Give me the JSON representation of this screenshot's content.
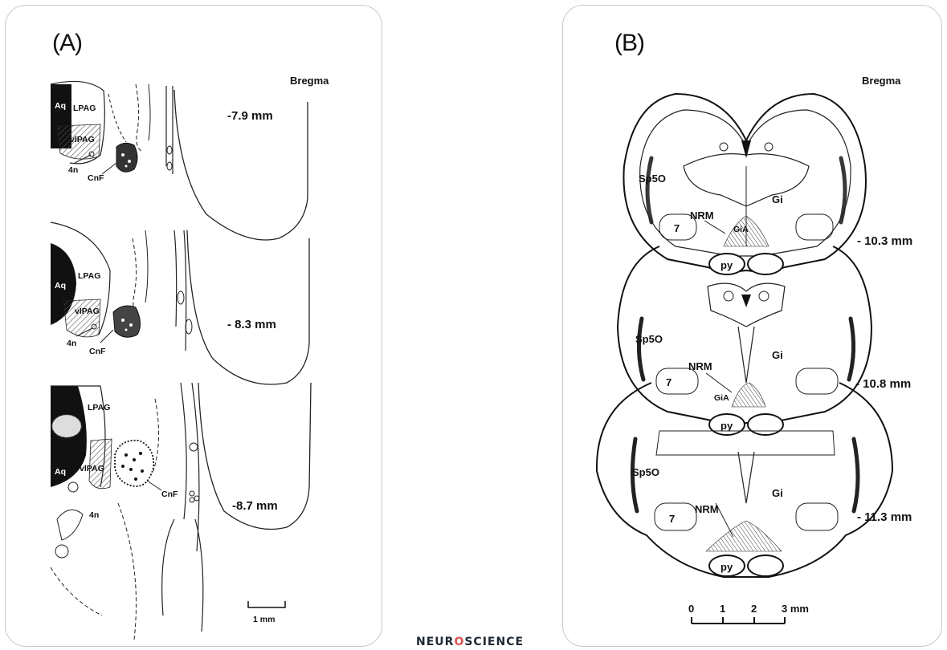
{
  "panel_a": {
    "label": "(A)",
    "bregma": "Bregma",
    "sections": [
      {
        "level": "-7.9 mm",
        "aq": "Aq",
        "lpag": "LPAG",
        "vlpag": "vlPAG",
        "n4": "4n",
        "cnf": "CnF"
      },
      {
        "level": "- 8.3 mm",
        "aq": "Aq",
        "lpag": "LPAG",
        "vlpag": "vlPAG",
        "n4": "4n",
        "cnf": "CnF"
      },
      {
        "level": "-8.7 mm",
        "aq": "Aq",
        "lpag": "LPAG",
        "vlpag": "vlPAG",
        "n4": "4n",
        "cnf": "CnF"
      }
    ],
    "scale_bar": "1 mm"
  },
  "panel_b": {
    "label": "(B)",
    "bregma": "Bregma",
    "sections": [
      {
        "level": "- 10.3 mm",
        "sp5o": "Sp5O",
        "gi": "Gi",
        "nrm": "NRM",
        "gia": "GiA",
        "seven": "7",
        "py": "py"
      },
      {
        "level": "- 10.8 mm",
        "sp5o": "Sp5O",
        "gi": "Gi",
        "nrm": "NRM",
        "gia": "GiA",
        "seven": "7",
        "py": "py"
      },
      {
        "level": "- 11.3 mm",
        "sp5o": "Sp5O",
        "gi": "Gi",
        "nrm": "NRM",
        "seven": "7",
        "py": "py"
      }
    ],
    "scale": {
      "ticks": [
        "0",
        "1",
        "2",
        "3 mm"
      ]
    }
  },
  "footer": {
    "brand_pre": "NEUR",
    "brand_o": "O",
    "brand_post": "SCIENCE"
  }
}
